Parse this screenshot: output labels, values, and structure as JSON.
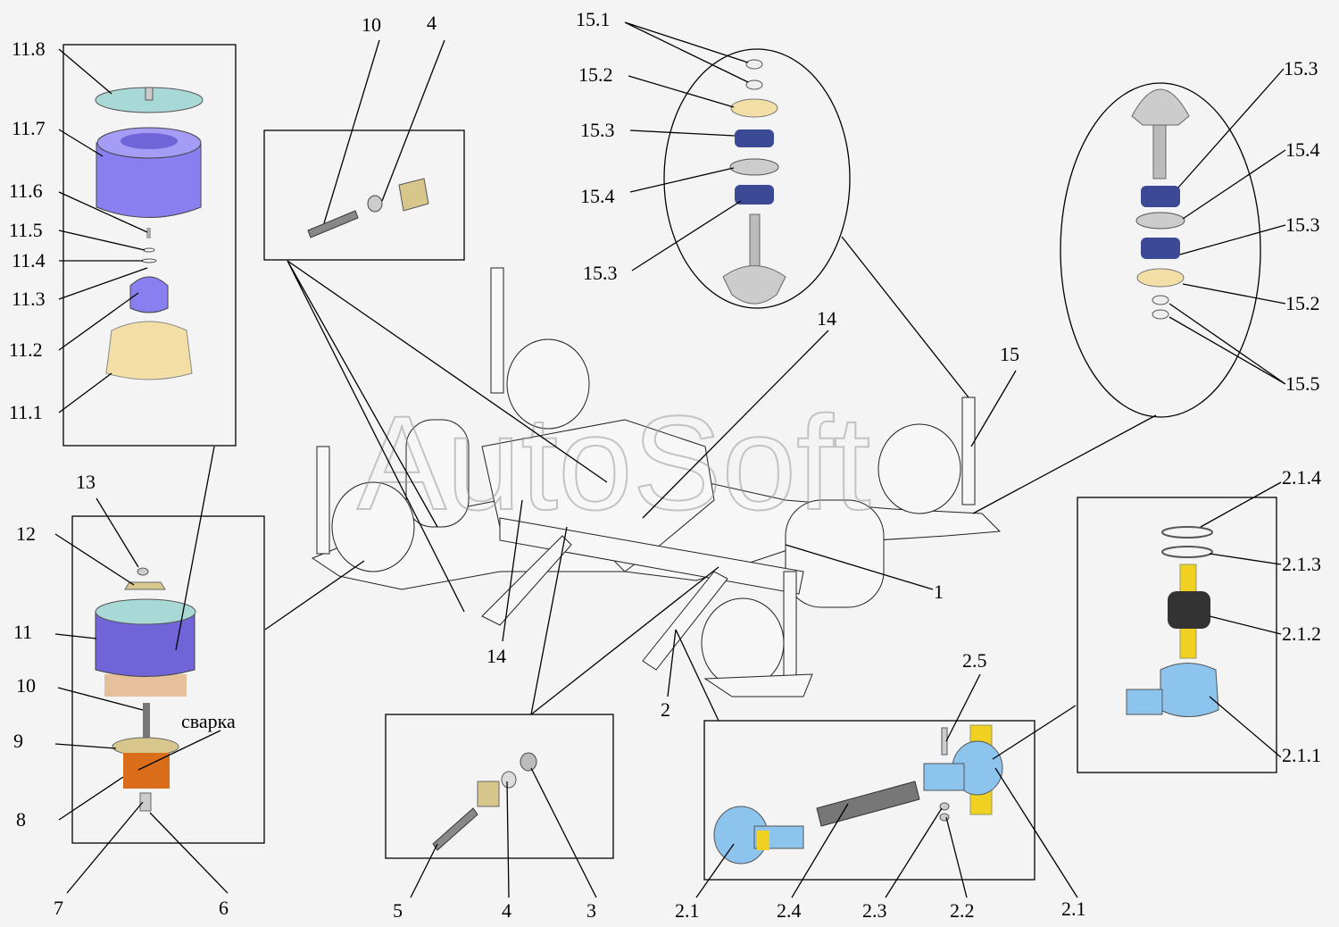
{
  "watermark": "AutoSoft",
  "colors": {
    "background": "#f4f4f4",
    "purple": "#8a7ff0",
    "cream": "#f3dfa6",
    "navy": "#3c4a96",
    "light_blue": "#8cc4ee",
    "yellow": "#f0d020",
    "orange": "#d96d1a",
    "teal": "#a9d9d6"
  },
  "labels": {
    "l11_8": "11.8",
    "l11_7": "11.7",
    "l11_6": "11.6",
    "l11_5": "11.5",
    "l11_4": "11.4",
    "l11_3": "11.3",
    "l11_2": "11.2",
    "l11_1": "11.1",
    "l10_top": "10",
    "l4_top": "4",
    "l15_1": "15.1",
    "l15_2a": "15.2",
    "l15_3a": "15.3",
    "l15_4a": "15.4",
    "l15_3b": "15.3",
    "l14_top": "14",
    "l15": "15",
    "r15_3a": "15.3",
    "r15_4": "15.4",
    "r15_3b": "15.3",
    "r15_2": "15.2",
    "r15_5": "15.5",
    "l13": "13",
    "l12": "12",
    "l11": "11",
    "l10": "10",
    "l9": "9",
    "svarka": "сварка",
    "l8": "8",
    "l7": "7",
    "l6": "6",
    "l14_bot": "14",
    "l1": "1",
    "l2": "2",
    "l5": "5",
    "l4_bot": "4",
    "l3": "3",
    "l2_5": "2.5",
    "l2_1a": "2.1",
    "l2_4": "2.4",
    "l2_3": "2.3",
    "l2_2": "2.2",
    "l2_1b": "2.1",
    "l2_1_4": "2.1.4",
    "l2_1_3": "2.1.3",
    "l2_1_2": "2.1.2",
    "l2_1_1": "2.1.1"
  }
}
